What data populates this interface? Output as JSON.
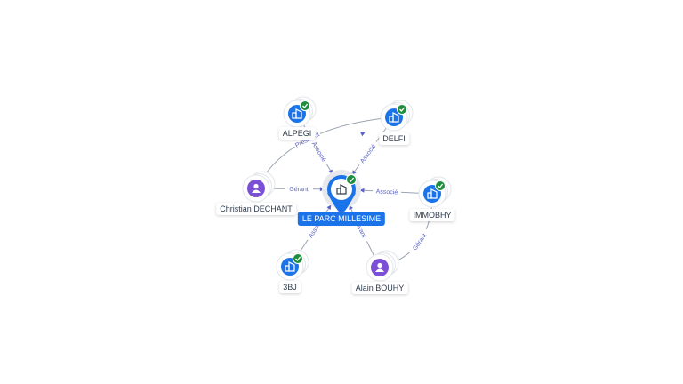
{
  "center": {
    "name": "LE PARC MILLESIME",
    "icon": "company-icon",
    "verified": true
  },
  "colors": {
    "company": "#1a73e8",
    "person": "#7b4fd6",
    "check": "#1e8e3e",
    "edge": "#9aa3b2",
    "edge_label": "#5a63c8"
  },
  "nodes": [
    {
      "id": "alpegi",
      "name": "ALPEGI",
      "type": "company",
      "icon": "company-icon",
      "verified": true
    },
    {
      "id": "delfi",
      "name": "DELFI",
      "type": "company",
      "icon": "company-icon",
      "verified": true
    },
    {
      "id": "dechant",
      "name": "Christian DECHANT",
      "type": "person",
      "icon": "person-icon",
      "verified": false
    },
    {
      "id": "immobhy",
      "name": "IMMOBHY",
      "type": "company",
      "icon": "company-icon",
      "verified": true
    },
    {
      "id": "3bj",
      "name": "3BJ",
      "type": "company",
      "icon": "company-icon",
      "verified": true
    },
    {
      "id": "bouhy",
      "name": "Alain BOUHY",
      "type": "person",
      "icon": "person-icon",
      "verified": false
    }
  ],
  "edges": [
    {
      "from": "alpegi",
      "to": "center",
      "label": "Associé"
    },
    {
      "from": "delfi",
      "to": "center",
      "label": "Associé"
    },
    {
      "from": "dechant",
      "to": "center",
      "label": "Gérant"
    },
    {
      "from": "immobhy",
      "to": "center",
      "label": "Associé"
    },
    {
      "from": "3bj",
      "to": "center",
      "label": "Associé"
    },
    {
      "from": "bouhy",
      "to": "center",
      "label": "Gérant"
    },
    {
      "from": "dechant",
      "to": "delfi",
      "label": "Président"
    },
    {
      "from": "bouhy",
      "to": "immobhy",
      "label": "Gérant"
    }
  ]
}
